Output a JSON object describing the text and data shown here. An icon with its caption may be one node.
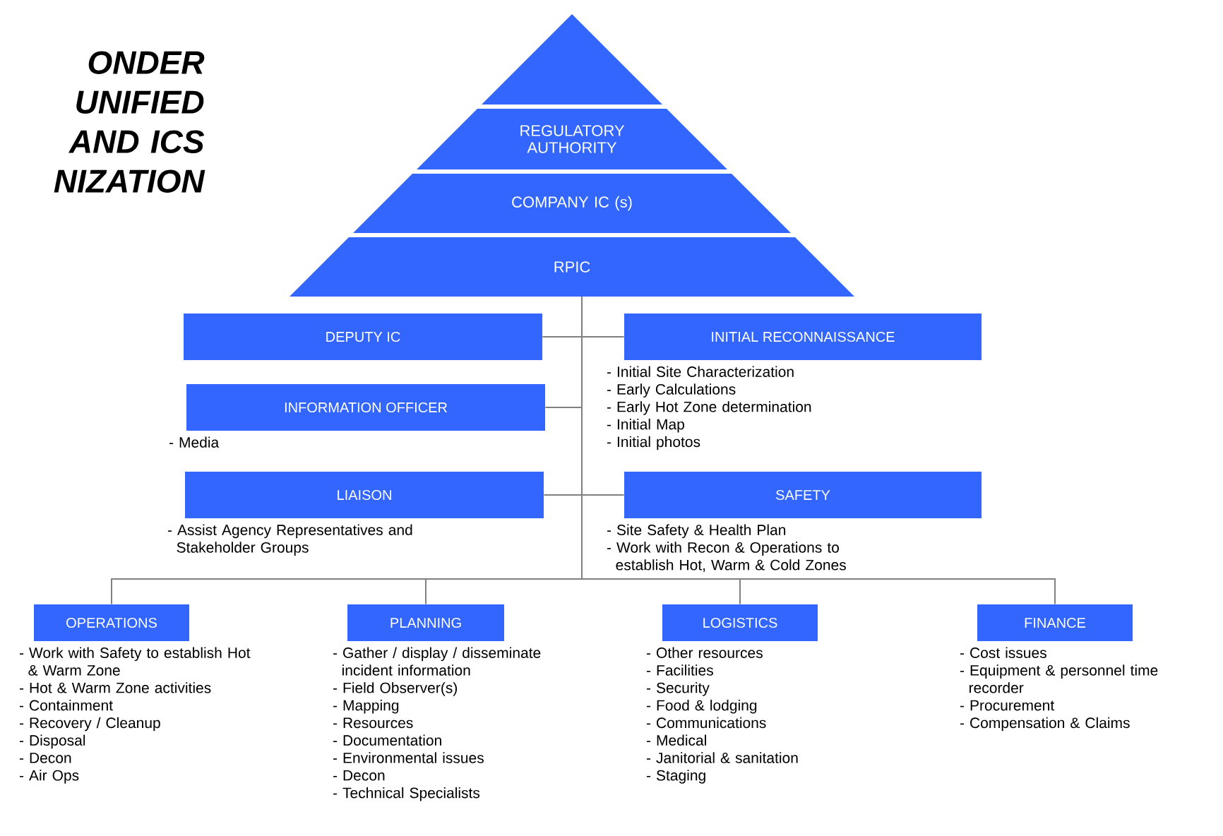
{
  "diagram": {
    "title": "ONDER UNIFIED AND ICS NIZATION",
    "nodes": [
      {
        "text": [],
        "shape": "triangle"
      },
      {
        "text": [
          "REGULATORY AUTHORITY"
        ]
      },
      {
        "text": [
          "COMPANY IC (s)"
        ]
      },
      {
        "text": [
          "RPIC"
        ]
      },
      {
        "text": [
          "DEPUTY IC"
        ]
      },
      {
        "text": [
          "INITIAL RECONNAISSANCE"
        ],
        "beside": [
          "- Initial Site Characterization",
          "- Early Calculations",
          "- Early Hot Zone determination",
          "- Initial Map",
          "- Initial photos"
        ]
      },
      {
        "text": [
          "INFORMATION OFFICER"
        ],
        "beside": [
          "- Media"
        ]
      },
      {
        "text": [
          "LIAISON"
        ],
        "beside": [
          "- Assist Agency Representatives and Stakeholder Groups"
        ]
      },
      {
        "text": [
          "SAFETY"
        ],
        "beside": [
          "- Site Safety & Health Plan",
          "- Work with Recon & Operations to establish Hot, Warm & Cold Zones"
        ]
      },
      {
        "text": [
          "OPERATIONS"
        ],
        "beside": [
          "- Work with Safety to establish Hot & Warm Zone",
          "- Hot & Warm Zone activities",
          "- Containment",
          "- Recovery / Cleanup",
          "- Disposal",
          "- Decon",
          "- Air Ops"
        ]
      },
      {
        "text": [
          "PLANNING"
        ],
        "beside": [
          "- Gather / display / disseminate incident information",
          "- Field Observer(s)",
          "- Mapping",
          "- Resources",
          "- Documentation",
          "- Environmental issues",
          "- Decon",
          "- Technical Specialists"
        ]
      },
      {
        "text": [
          "LOGISTICS"
        ],
        "beside": [
          "- Other resources",
          "- Facilities",
          "- Security",
          "- Food & lodging",
          "- Communications",
          "- Medical",
          "- Janitorial & sanitation",
          "- Staging"
        ]
      },
      {
        "text": [
          "FINANCE"
        ],
        "beside": [
          "- Cost issues",
          "- Equipment & personnel time recorder",
          "- Procurement",
          "- Compensation & Claims"
        ]
      }
    ],
    "edges": [
      {
        "from": 3,
        "to": 4,
        "arrow": "none"
      },
      {
        "from": 3,
        "to": 5,
        "arrow": "none"
      },
      {
        "from": 3,
        "to": 6,
        "arrow": "none"
      },
      {
        "from": 3,
        "to": 7,
        "arrow": "none"
      },
      {
        "from": 3,
        "to": 8,
        "arrow": "none"
      },
      {
        "from": 3,
        "to": 9,
        "arrow": "none"
      },
      {
        "from": 3,
        "to": 10,
        "arrow": "none"
      },
      {
        "from": 3,
        "to": 11,
        "arrow": "none"
      },
      {
        "from": 3,
        "to": 12,
        "arrow": "none"
      }
    ]
  }
}
